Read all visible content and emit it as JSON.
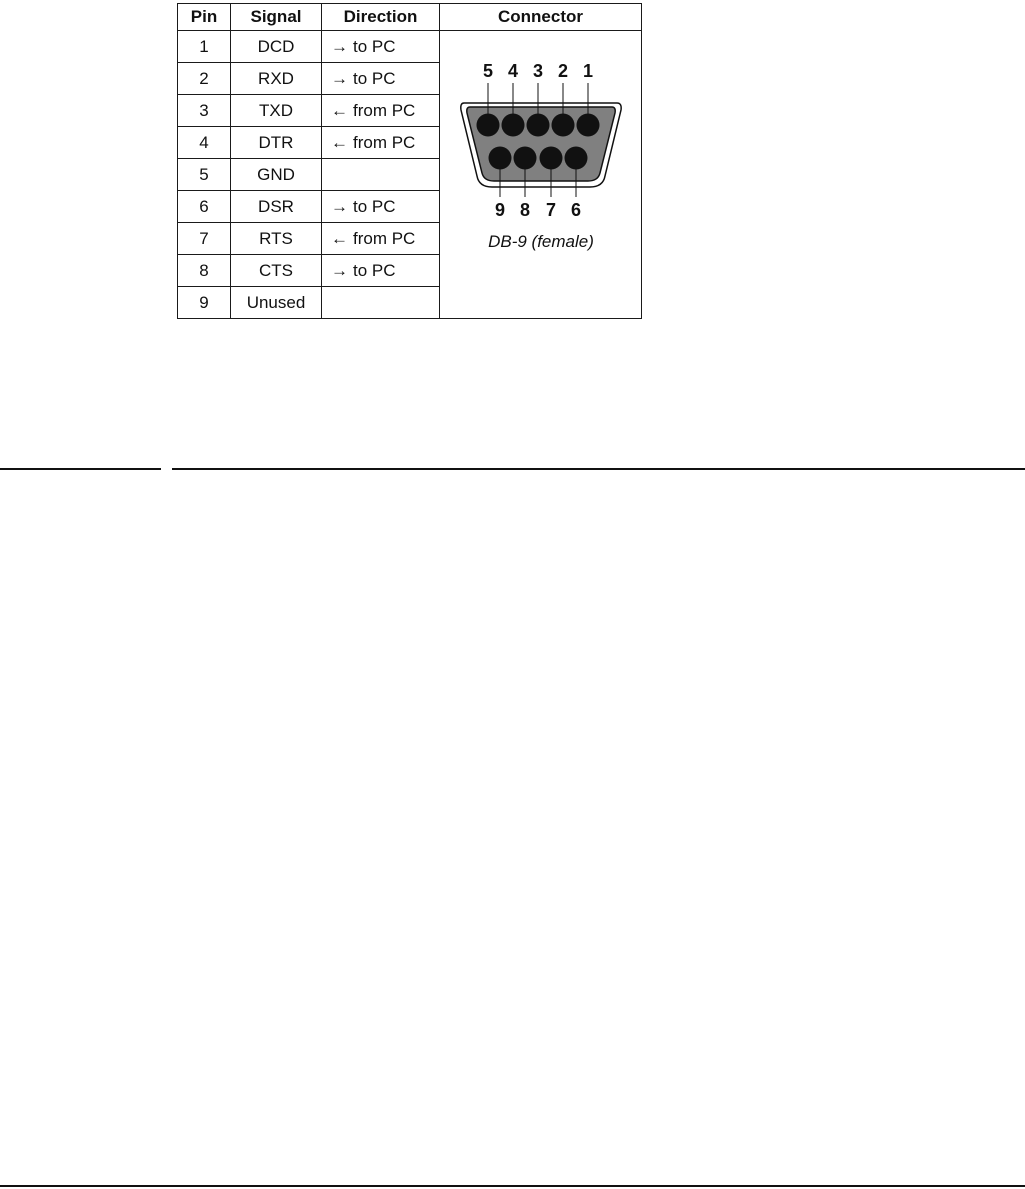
{
  "table": {
    "headers": {
      "pin": "Pin",
      "signal": "Signal",
      "direction": "Direction",
      "connector": "Connector"
    },
    "rows": [
      {
        "pin": "1",
        "signal": "DCD",
        "arrow": "→",
        "direction": "to PC"
      },
      {
        "pin": "2",
        "signal": "RXD",
        "arrow": "→",
        "direction": "to PC"
      },
      {
        "pin": "3",
        "signal": "TXD",
        "arrow": "←",
        "direction": "from PC"
      },
      {
        "pin": "4",
        "signal": "DTR",
        "arrow": "←",
        "direction": "from PC"
      },
      {
        "pin": "5",
        "signal": "GND",
        "arrow": "",
        "direction": ""
      },
      {
        "pin": "6",
        "signal": "DSR",
        "arrow": "→",
        "direction": "to PC"
      },
      {
        "pin": "7",
        "signal": "RTS",
        "arrow": "←",
        "direction": "from PC"
      },
      {
        "pin": "8",
        "signal": "CTS",
        "arrow": "→",
        "direction": "to PC"
      },
      {
        "pin": "9",
        "signal": "Unused",
        "arrow": "",
        "direction": ""
      }
    ]
  },
  "connector": {
    "top_row_labels": [
      "5",
      "4",
      "3",
      "2",
      "1"
    ],
    "bottom_row_labels": [
      "9",
      "8",
      "7",
      "6"
    ],
    "caption": "DB-9 (female)",
    "shell_color": "#808080",
    "pin_color": "#111111"
  }
}
